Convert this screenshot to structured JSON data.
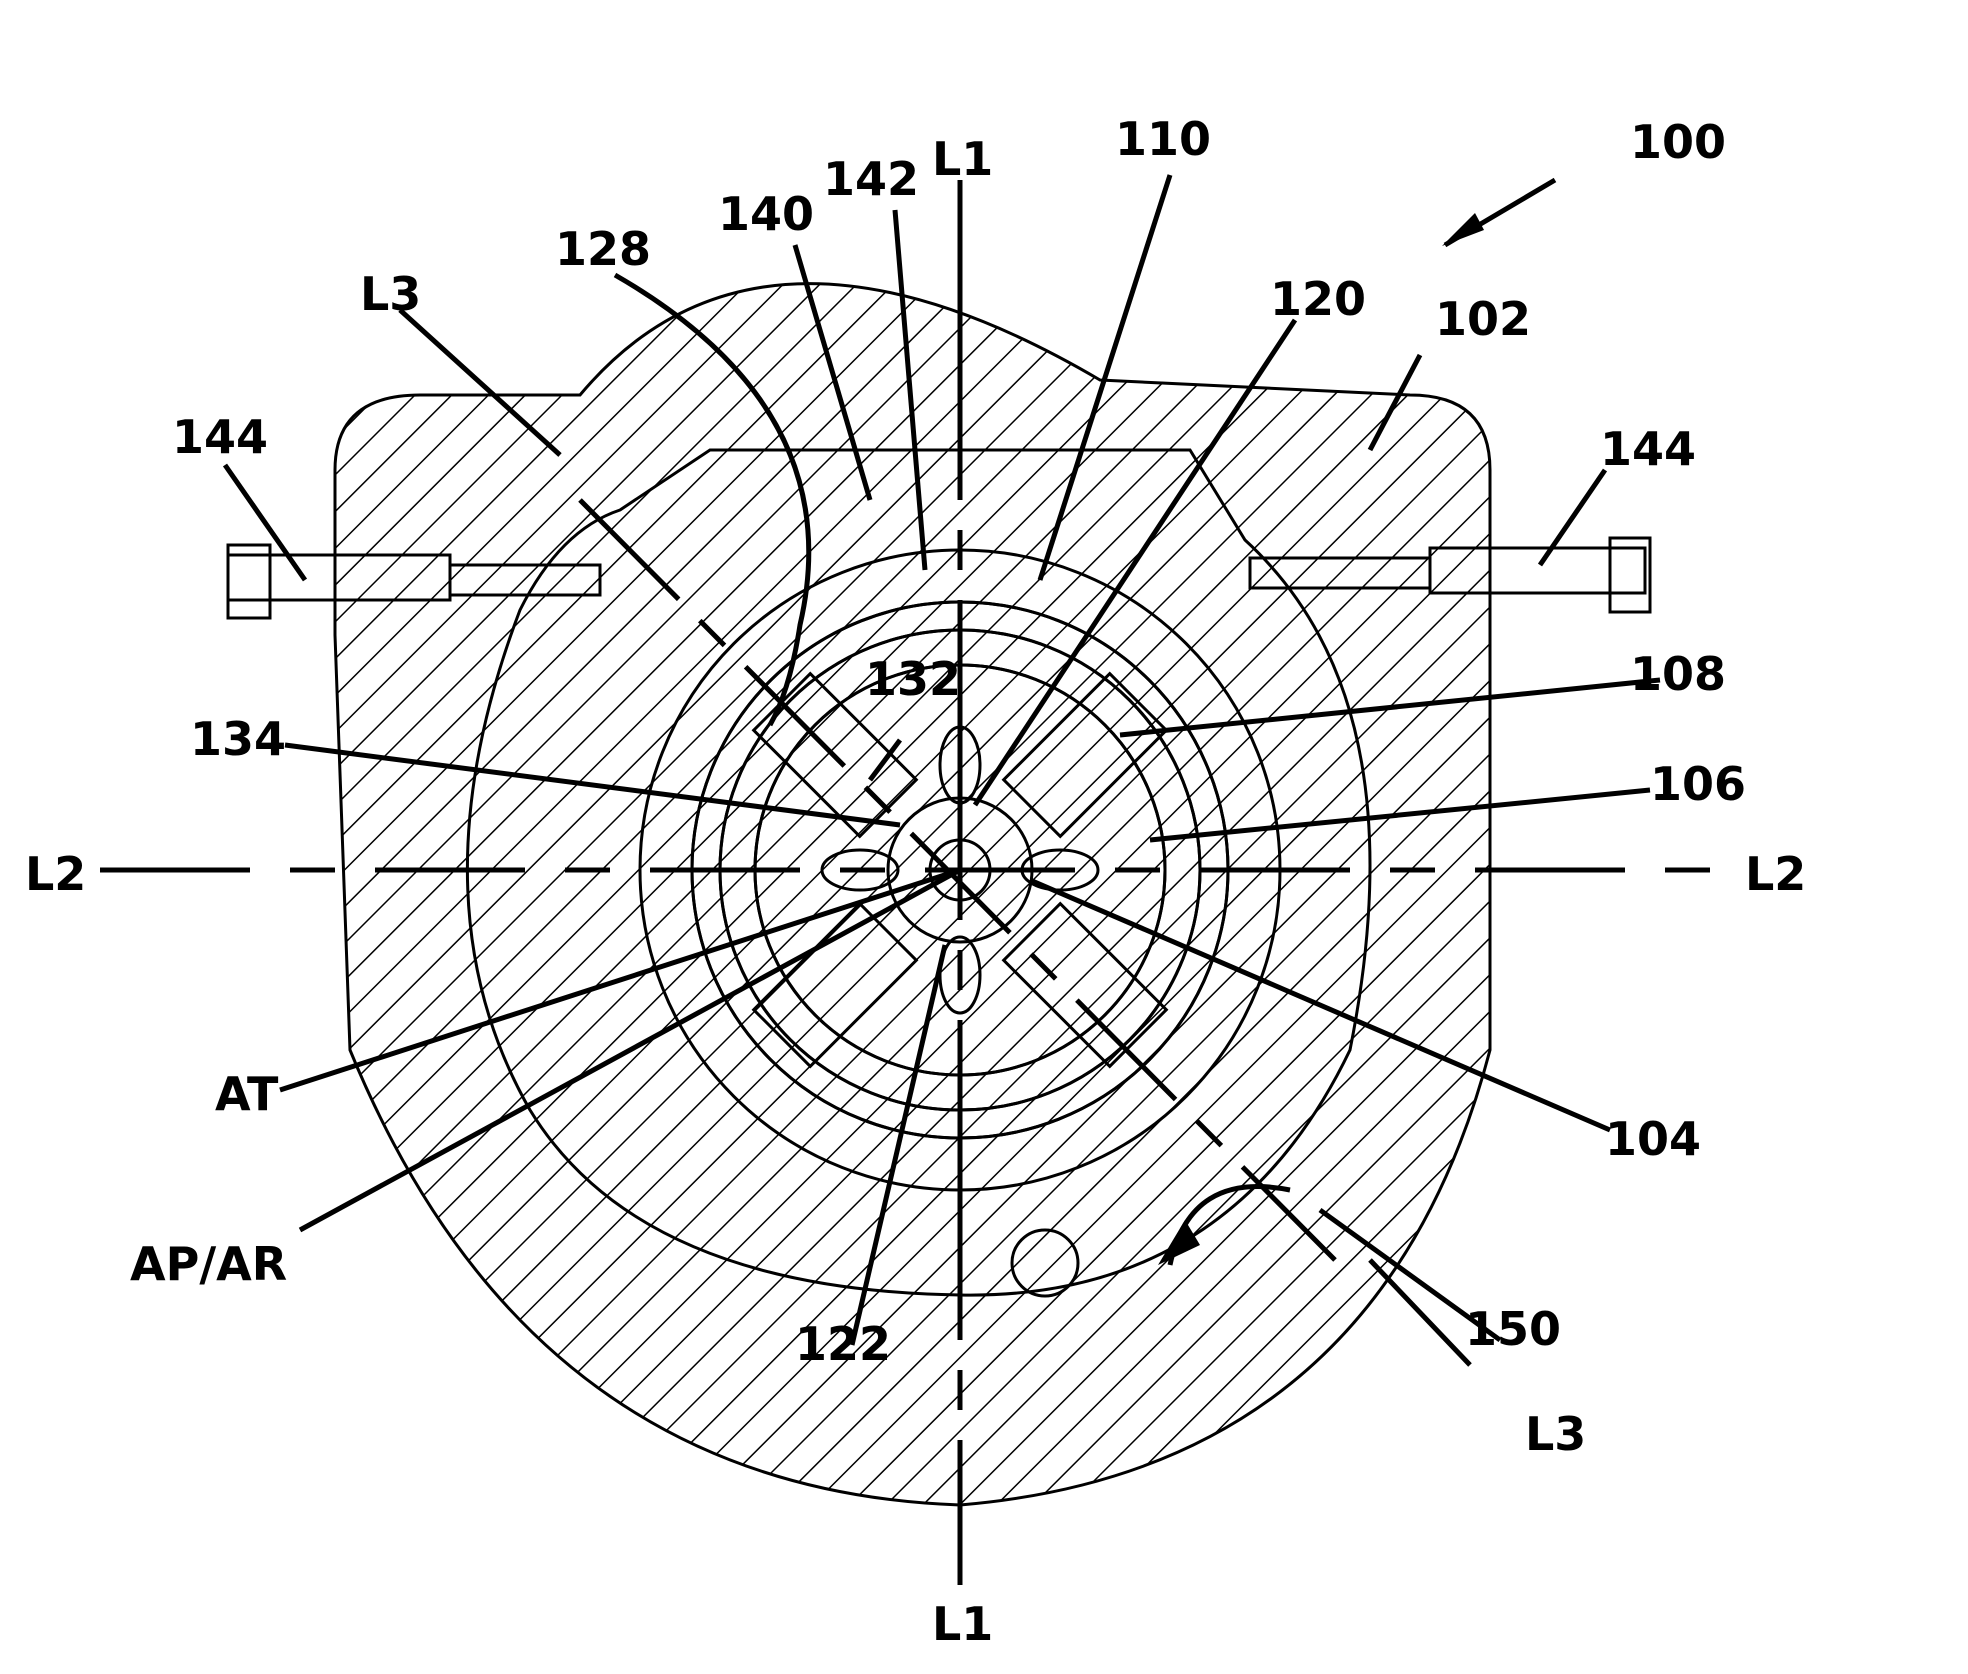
{
  "labels": {
    "ref_100": "100",
    "ref_102": "102",
    "ref_104": "104",
    "ref_106": "106",
    "ref_108": "108",
    "ref_110": "110",
    "ref_120": "120",
    "ref_122": "122",
    "ref_128": "128",
    "ref_132": "132",
    "ref_134": "134",
    "ref_140": "140",
    "ref_142": "142",
    "ref_144_left": "144",
    "ref_144_right": "144",
    "ref_150": "150",
    "axis_l1_top": "L1",
    "axis_l1_bottom": "L1",
    "axis_l2_left": "L2",
    "axis_l2_right": "L2",
    "axis_l3_top": "L3",
    "axis_l3_bottom": "L3",
    "angle_at": "AT",
    "angle_ap_ar": "AP/AR"
  },
  "colors": {
    "ink": "#000000",
    "paper": "#ffffff"
  }
}
